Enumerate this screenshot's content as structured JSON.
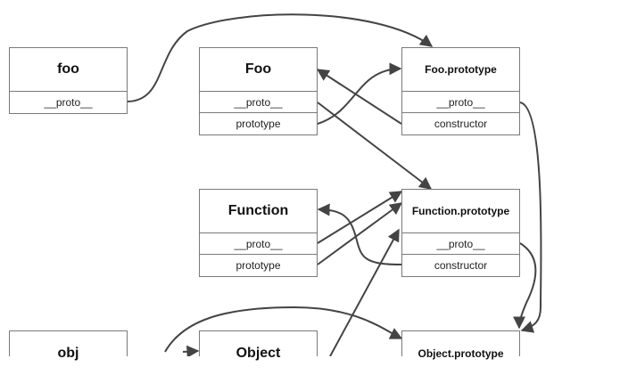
{
  "nodes": {
    "foo": {
      "title": "foo",
      "rows": [
        "__proto__"
      ]
    },
    "Foo": {
      "title": "Foo",
      "rows": [
        "__proto__",
        "prototype"
      ]
    },
    "FooPrototype": {
      "title": "Foo.prototype",
      "rows": [
        "__proto__",
        "constructor"
      ]
    },
    "Function": {
      "title": "Function",
      "rows": [
        "__proto__",
        "prototype"
      ]
    },
    "FunctionPrototype": {
      "title": "Function.prototype",
      "rows": [
        "__proto__",
        "constructor"
      ]
    },
    "obj": {
      "title": "obj",
      "rows": []
    },
    "Object": {
      "title": "Object",
      "rows": []
    },
    "ObjectPrototype": {
      "title": "Object.prototype",
      "rows": []
    }
  },
  "colors": {
    "stroke": "#444444",
    "border": "#7a7a7a",
    "text": "#111111"
  }
}
